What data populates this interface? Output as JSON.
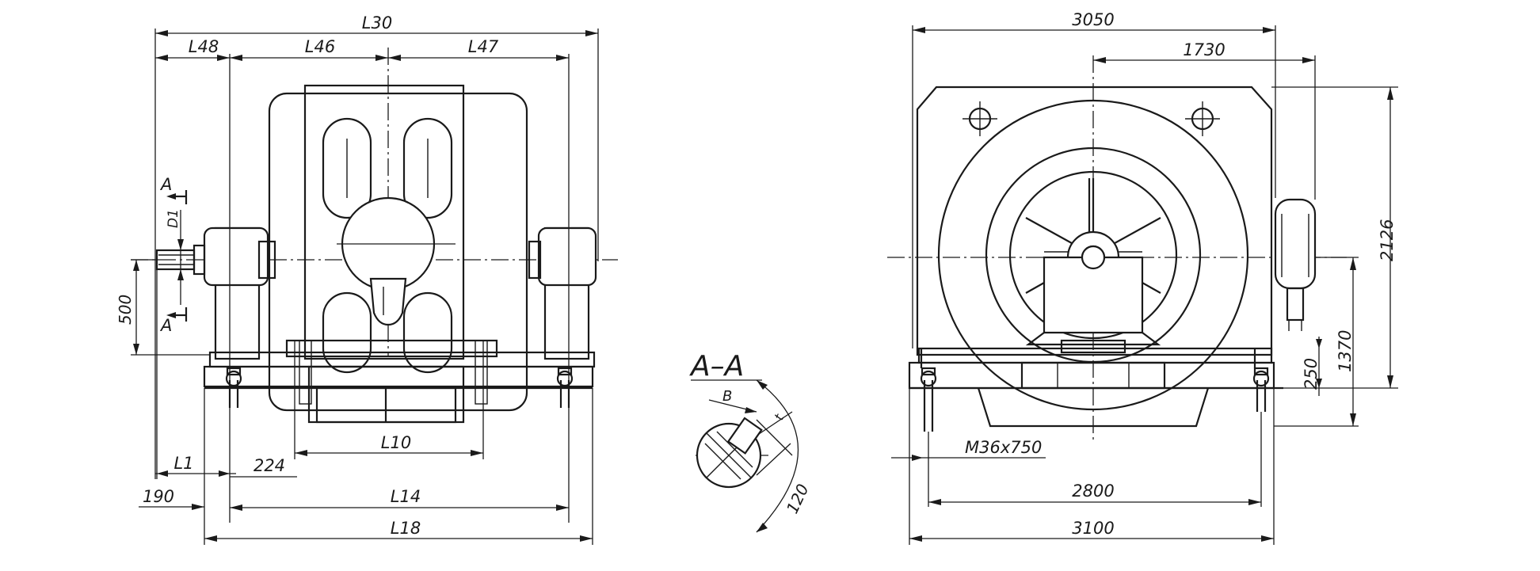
{
  "labels": {
    "L30": "L30",
    "L48": "L48",
    "L46": "L46",
    "L47": "L47",
    "A_top": "A",
    "A_bottom": "A",
    "D1": "D1",
    "d500": "500",
    "L10": "L10",
    "L1": "L1",
    "d224": "224",
    "d190": "190",
    "L14": "L14",
    "L18": "L18",
    "section_title": "A–A",
    "B": "B",
    "t": "t",
    "d120": "120",
    "d3050": "3050",
    "d1730": "1730",
    "d2126": "2126",
    "d1370": "1370",
    "d250": "250",
    "bolt": "M36x750",
    "d2800": "2800",
    "d3100": "3100"
  }
}
